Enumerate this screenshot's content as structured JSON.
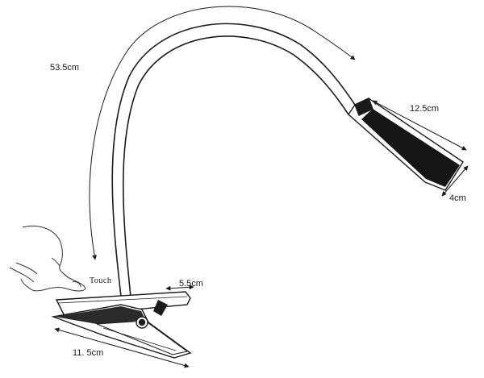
{
  "dimensions": {
    "arm_length": "53.5cm",
    "head_length": "12.5cm",
    "head_width": "4cm",
    "clip_opening": "5.5cm",
    "clip_length": "11. 5cm"
  },
  "touch_label": "Touch",
  "colors": {
    "line": "#1a1a1a",
    "background": "#ffffff"
  }
}
